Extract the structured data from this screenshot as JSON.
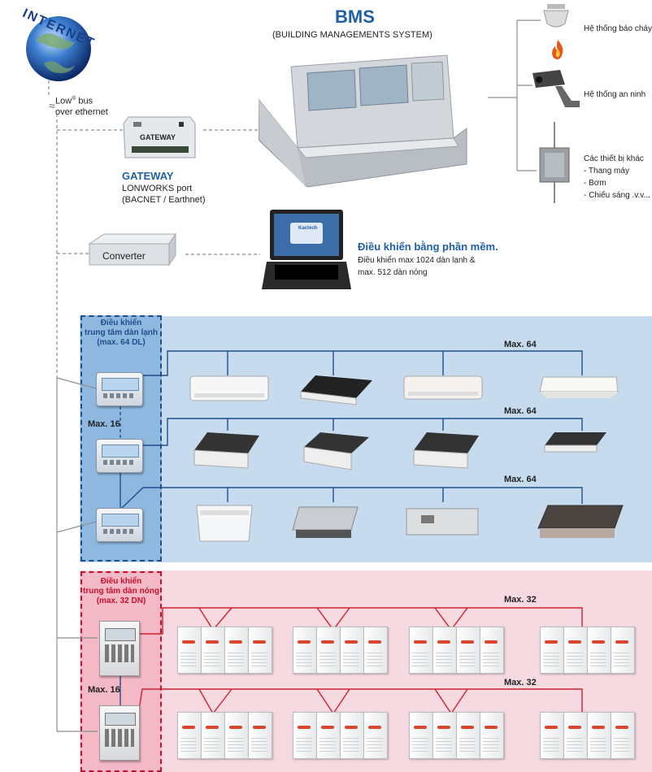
{
  "bms": {
    "title": "BMS",
    "subtitle": "(BUILDING MANAGEMENTS SYSTEM)"
  },
  "internet": {
    "globe_text": "INTERNET",
    "bus_line1": "Low",
    "bus_reg": "®",
    "bus_line1_end": " bus",
    "bus_line2": "over ethernet"
  },
  "gateway": {
    "device_label": "GATEWAY",
    "title": "GATEWAY",
    "line1": "LONWORKS port",
    "line2": "(BACNET / Earthnet)"
  },
  "converter": {
    "label": "Converter"
  },
  "laptop": {
    "screen_brand": "Kactech",
    "title": "Điều khiển bằng phần mềm.",
    "line1": "Điều khiển max 1024 dàn lạnh  &",
    "line2": "max. 512 dàn nóng"
  },
  "right_devices": {
    "fire": "Hệ thống báo cháy",
    "security": "Hệ thống an ninh",
    "other_title": "Các thiết bị khác",
    "other_items": [
      "- Thang máy",
      "- Bơm",
      "- Chiếu sáng .v.v..."
    ]
  },
  "indoor_zone": {
    "title_line1": "Điều khiển",
    "title_line2": "trung tâm dàn lạnh",
    "title_line3": "(max. 64 DL)",
    "max_controllers": "Max. 16",
    "row_max": [
      "Max. 64",
      "Max. 64",
      "Max. 64"
    ]
  },
  "outdoor_zone": {
    "title_line1": "Điều khiển",
    "title_line2": "trung tâm dàn nóng",
    "title_line3": "(max. 32 DN)",
    "max_controllers": "Max. 16",
    "row_max": [
      "Max. 32",
      "Max. 32"
    ]
  },
  "colors": {
    "blue_wire": "#1e4e8c",
    "red_wire": "#d0202e",
    "gray_wire": "#8a8f95",
    "heading_blue": "#1f5fa8"
  }
}
